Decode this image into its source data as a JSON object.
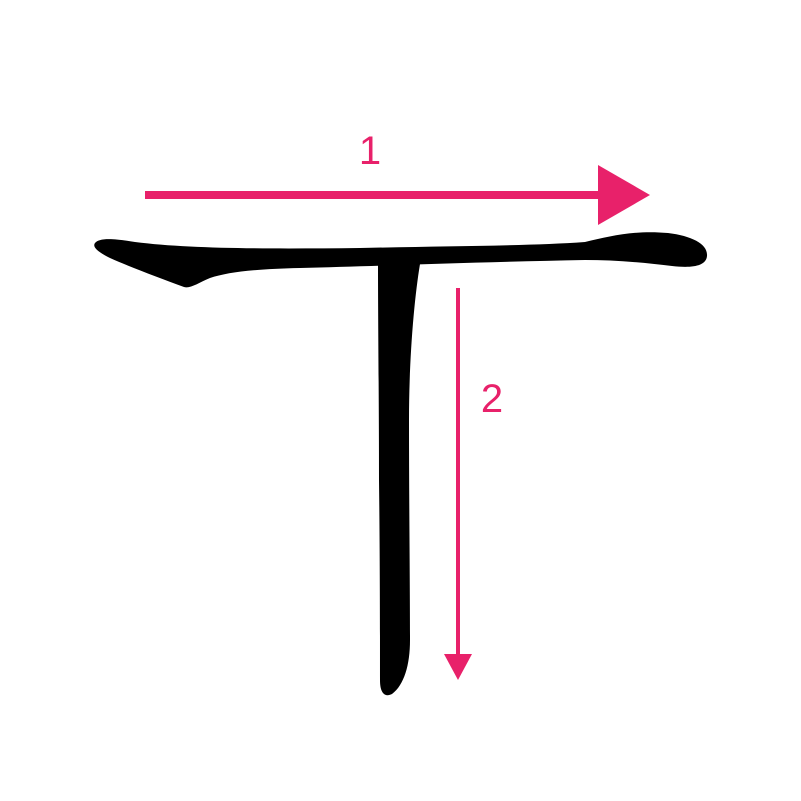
{
  "colors": {
    "background": "#ffffff",
    "ink": "#000000",
    "annotation": "#e8216a"
  },
  "strokes": [
    {
      "order": "1",
      "direction": "left-to-right"
    },
    {
      "order": "2",
      "direction": "top-to-bottom"
    }
  ]
}
